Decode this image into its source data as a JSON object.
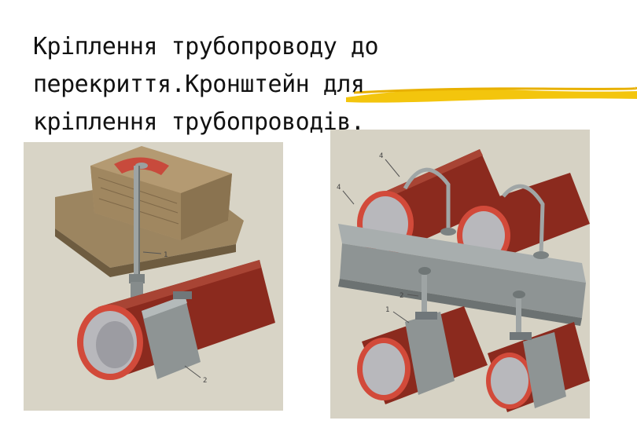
{
  "slide": {
    "title_lines": [
      "Кріплення трубопроводу до",
      "перекриття.Кронштейн для",
      "кріплення трубопроводів."
    ],
    "accent_color": "#f2c200"
  },
  "figures": [
    {
      "name": "pipe-ceiling-hanger-illustration",
      "labels": [
        "1",
        "2"
      ]
    },
    {
      "name": "pipe-bracket-illustration",
      "labels": [
        "4",
        "4",
        "2",
        "1"
      ]
    }
  ],
  "colors": {
    "pipe": "#8b2a1e",
    "pipe_inner": "#b8b8bc",
    "pipe_rim": "#d24a3a",
    "metal": "#8e9494",
    "wood": "#a08a66",
    "paper": "#d6d2c4"
  }
}
